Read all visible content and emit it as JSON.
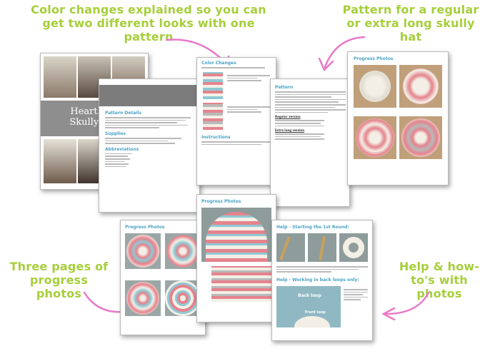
{
  "callouts": {
    "color_changes": "Color changes explained so you can get two different looks with one pattern",
    "pattern_sizes": "Pattern for a regular or extra long skully hat",
    "progress_photos": "Three pages of progress photos",
    "help": "Help & how-to's with photos"
  },
  "cover": {
    "title_line1": "Heartbeat",
    "title_line2": "Skully Hat"
  },
  "pages": {
    "details_title": "Pattern Details",
    "supplies_title": "Supplies",
    "abbreviations_title": "Abbreviations",
    "color_changes_title": "Color Changes",
    "instructions_title": "Instructions",
    "pattern_title": "Pattern",
    "regular_version": "Regular version",
    "extra_long_version": "Extra long version",
    "progress_title": "Progress Photos",
    "progress_cont_title": "Progress Photos",
    "help_title_1": "Help - Starting the 1st Round:",
    "help_title_2": "Help - Working in back loops only:",
    "back_loop": "Back loop",
    "front_loop": "Front loop"
  },
  "colors": {
    "callout": "#a6cf3a",
    "arrow": "#e879c9",
    "heading": "#4aa3c4",
    "pink": "#e5838d",
    "cream": "#f3efe6",
    "teal": "#8fc9d4"
  }
}
